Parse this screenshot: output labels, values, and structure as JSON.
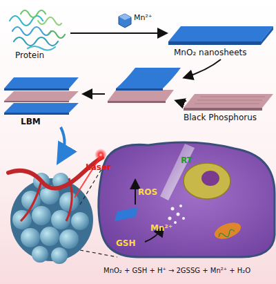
{
  "diagram": {
    "labels": [
      "Protein",
      "Mn²⁺",
      "MnO₂ nanosheets",
      "Black Phosphorus",
      "LBM",
      "Laser",
      "RT",
      "ROS",
      "Mn²⁺",
      "GSH",
      "MnO₂ + GSH + H⁺ → 2GSSG + Mn²⁺ + H₂O"
    ]
  }
}
